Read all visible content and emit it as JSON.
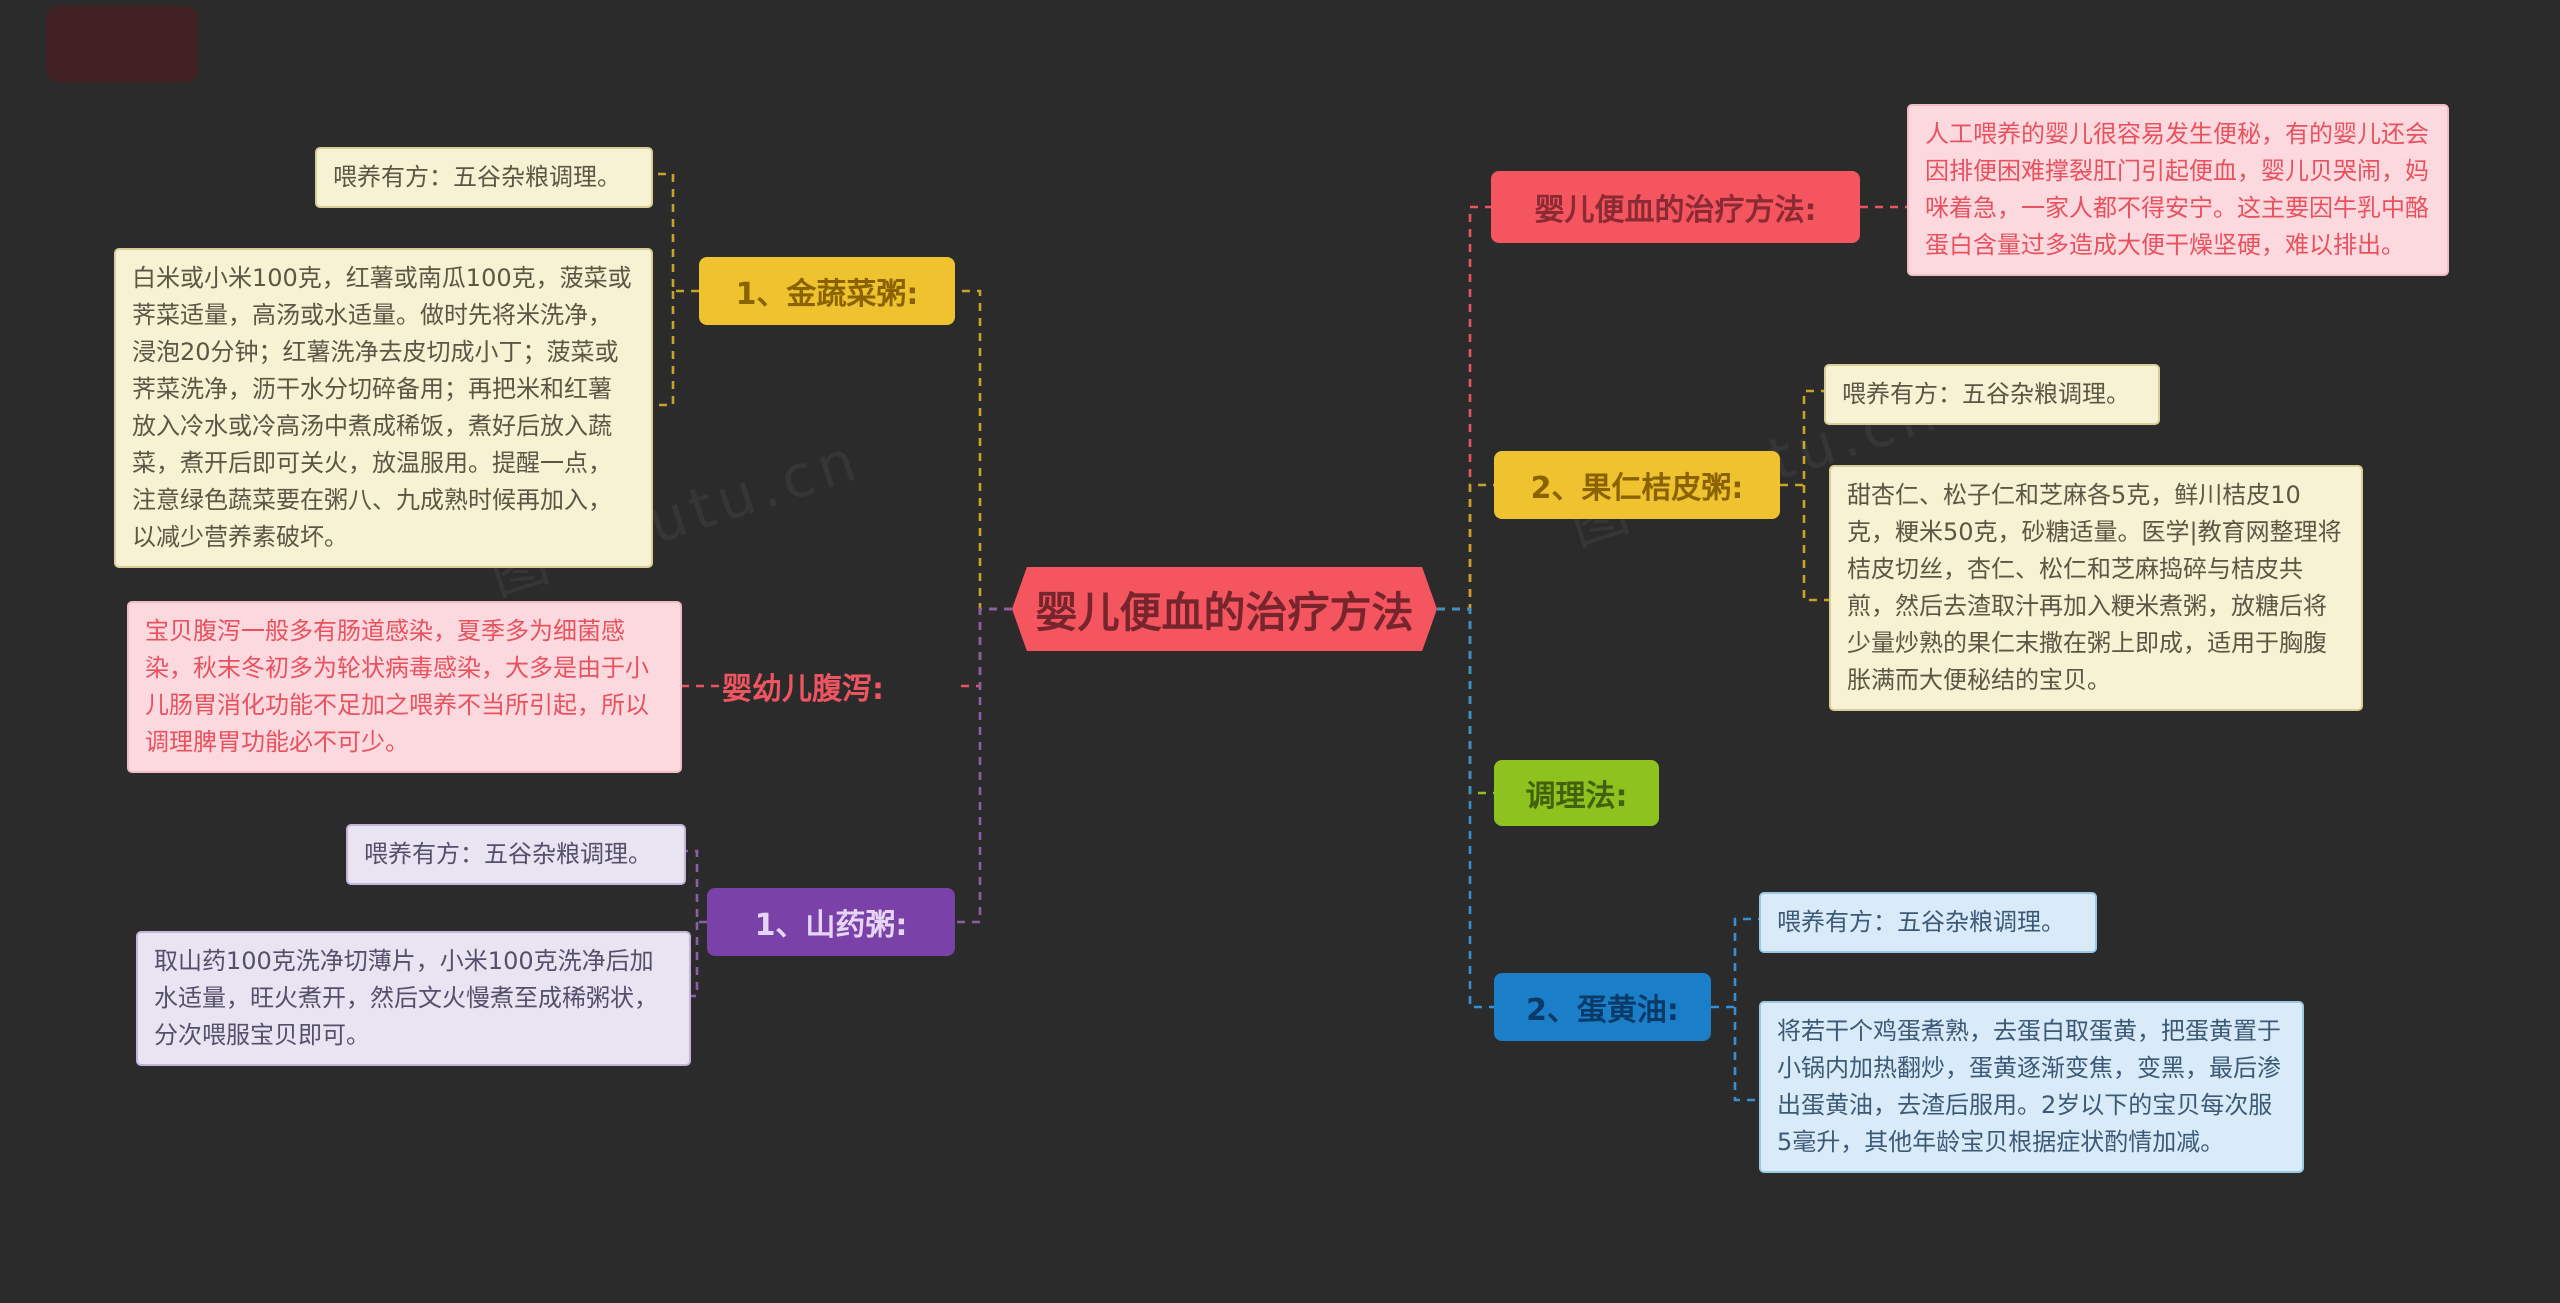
{
  "app": {
    "watermark": "图 shutu.cn"
  },
  "palette": {
    "background": "#2b2b2b",
    "red": "#f4555f",
    "yellow": "#efc230",
    "green": "#8dc21f",
    "blue": "#1b7ec9",
    "purple": "#7a42a8",
    "cream_bg": "#f7f2d3",
    "pink_bg": "#fbd9de",
    "lavender_bg": "#e9e4f2",
    "lightblue_bg": "#d9ebf8"
  },
  "center": {
    "label": "婴儿便血的治疗方法"
  },
  "left": {
    "branch_jinshucai": {
      "node": "1、金蔬菜粥:",
      "note": "喂养有方：五谷杂粮调理。",
      "detail": "白米或小米100克，红薯或南瓜100克，菠菜或荠菜适量，高汤或水适量。做时先将米洗净，浸泡20分钟；红薯洗净去皮切成小丁；菠菜或荠菜洗净，沥干水分切碎备用；再把米和红薯放入冷水或冷高汤中煮成稀饭，煮好后放入蔬菜，煮开后即可关火，放温服用。提醒一点，注意绿色蔬菜要在粥八、九成熟时候再加入，以减少营养素破坏。"
    },
    "branch_fuxie": {
      "label": "婴幼儿腹泻:",
      "detail": "宝贝腹泻一般多有肠道感染，夏季多为细菌感染，秋末冬初多为轮状病毒感染，大多是由于小儿肠胃消化功能不足加之喂养不当所引起，所以调理脾胃功能必不可少。"
    },
    "branch_shanyao": {
      "node": "1、山药粥:",
      "note": "喂养有方：五谷杂粮调理。",
      "detail": "取山药100克洗净切薄片，小米100克洗净后加水适量，旺火煮开，然后文火慢煮至成稀粥状，分次喂服宝贝即可。"
    }
  },
  "right": {
    "branch_bianxue": {
      "node": "婴儿便血的治疗方法:",
      "detail": "人工喂养的婴儿很容易发生便秘，有的婴儿还会因排便困难撑裂肛门引起便血，婴儿贝哭闹，妈咪着急，一家人都不得安宁。这主要因牛乳中酪蛋白含量过多造成大便干燥坚硬，难以排出。"
    },
    "branch_guoren": {
      "node": "2、果仁桔皮粥:",
      "note": "喂养有方：五谷杂粮调理。",
      "detail": "甜杏仁、松子仁和芝麻各5克，鲜川桔皮10克，粳米50克，砂糖适量。医学|教育网整理将桔皮切丝，杏仁、松仁和芝麻捣碎与桔皮共煎，然后去渣取汁再加入粳米煮粥，放糖后将少量炒熟的果仁末撒在粥上即成，适用于胸腹胀满而大便秘结的宝贝。"
    },
    "branch_tiaolifa": {
      "node": "调理法:"
    },
    "branch_danhuangyou": {
      "node": "2、蛋黄油:",
      "note": "喂养有方：五谷杂粮调理。",
      "detail": "将若干个鸡蛋煮熟，去蛋白取蛋黄，把蛋黄置于小锅内加热翻炒，蛋黄逐渐变焦，变黑，最后渗出蛋黄油，去渣后服用。2岁以下的宝贝每次服5毫升，其他年龄宝贝根据症状酌情加减。"
    }
  }
}
